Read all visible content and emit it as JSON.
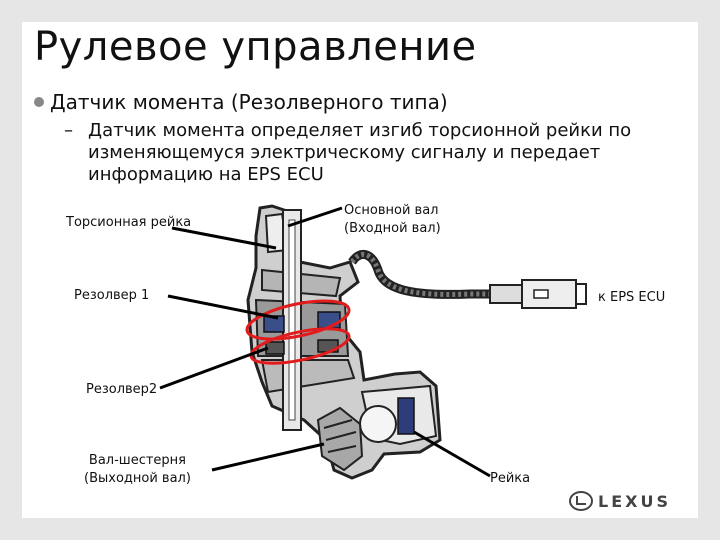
{
  "slide": {
    "title": "Рулевое управление",
    "bullet_level1": "Датчик момента (Резолверного типа)",
    "bullet_level2_dash": "–",
    "bullet_level2": "Датчик момента определяет изгиб торсионной рейки по изменяющемуся электрическому сигналу и передает информацию на EPS ECU"
  },
  "diagram": {
    "labels": {
      "torsion_bar": "Торсионная рейка",
      "main_shaft": "Основной вал",
      "input_shaft": "(Входной вал)",
      "resolver1": "Резолвер 1",
      "to_eps_ecu": "к EPS ECU",
      "resolver2": "Резолвер2",
      "pinion_shaft": "Вал-шестерня",
      "output_shaft": "(Выходной вал)",
      "rack": "Рейка"
    }
  },
  "brand": {
    "logo_text": "LEXUS"
  },
  "colors": {
    "highlight_ellipse": "#e21c1c",
    "slide_border": "#e6e6e6",
    "bullet_dot": "#888888"
  }
}
